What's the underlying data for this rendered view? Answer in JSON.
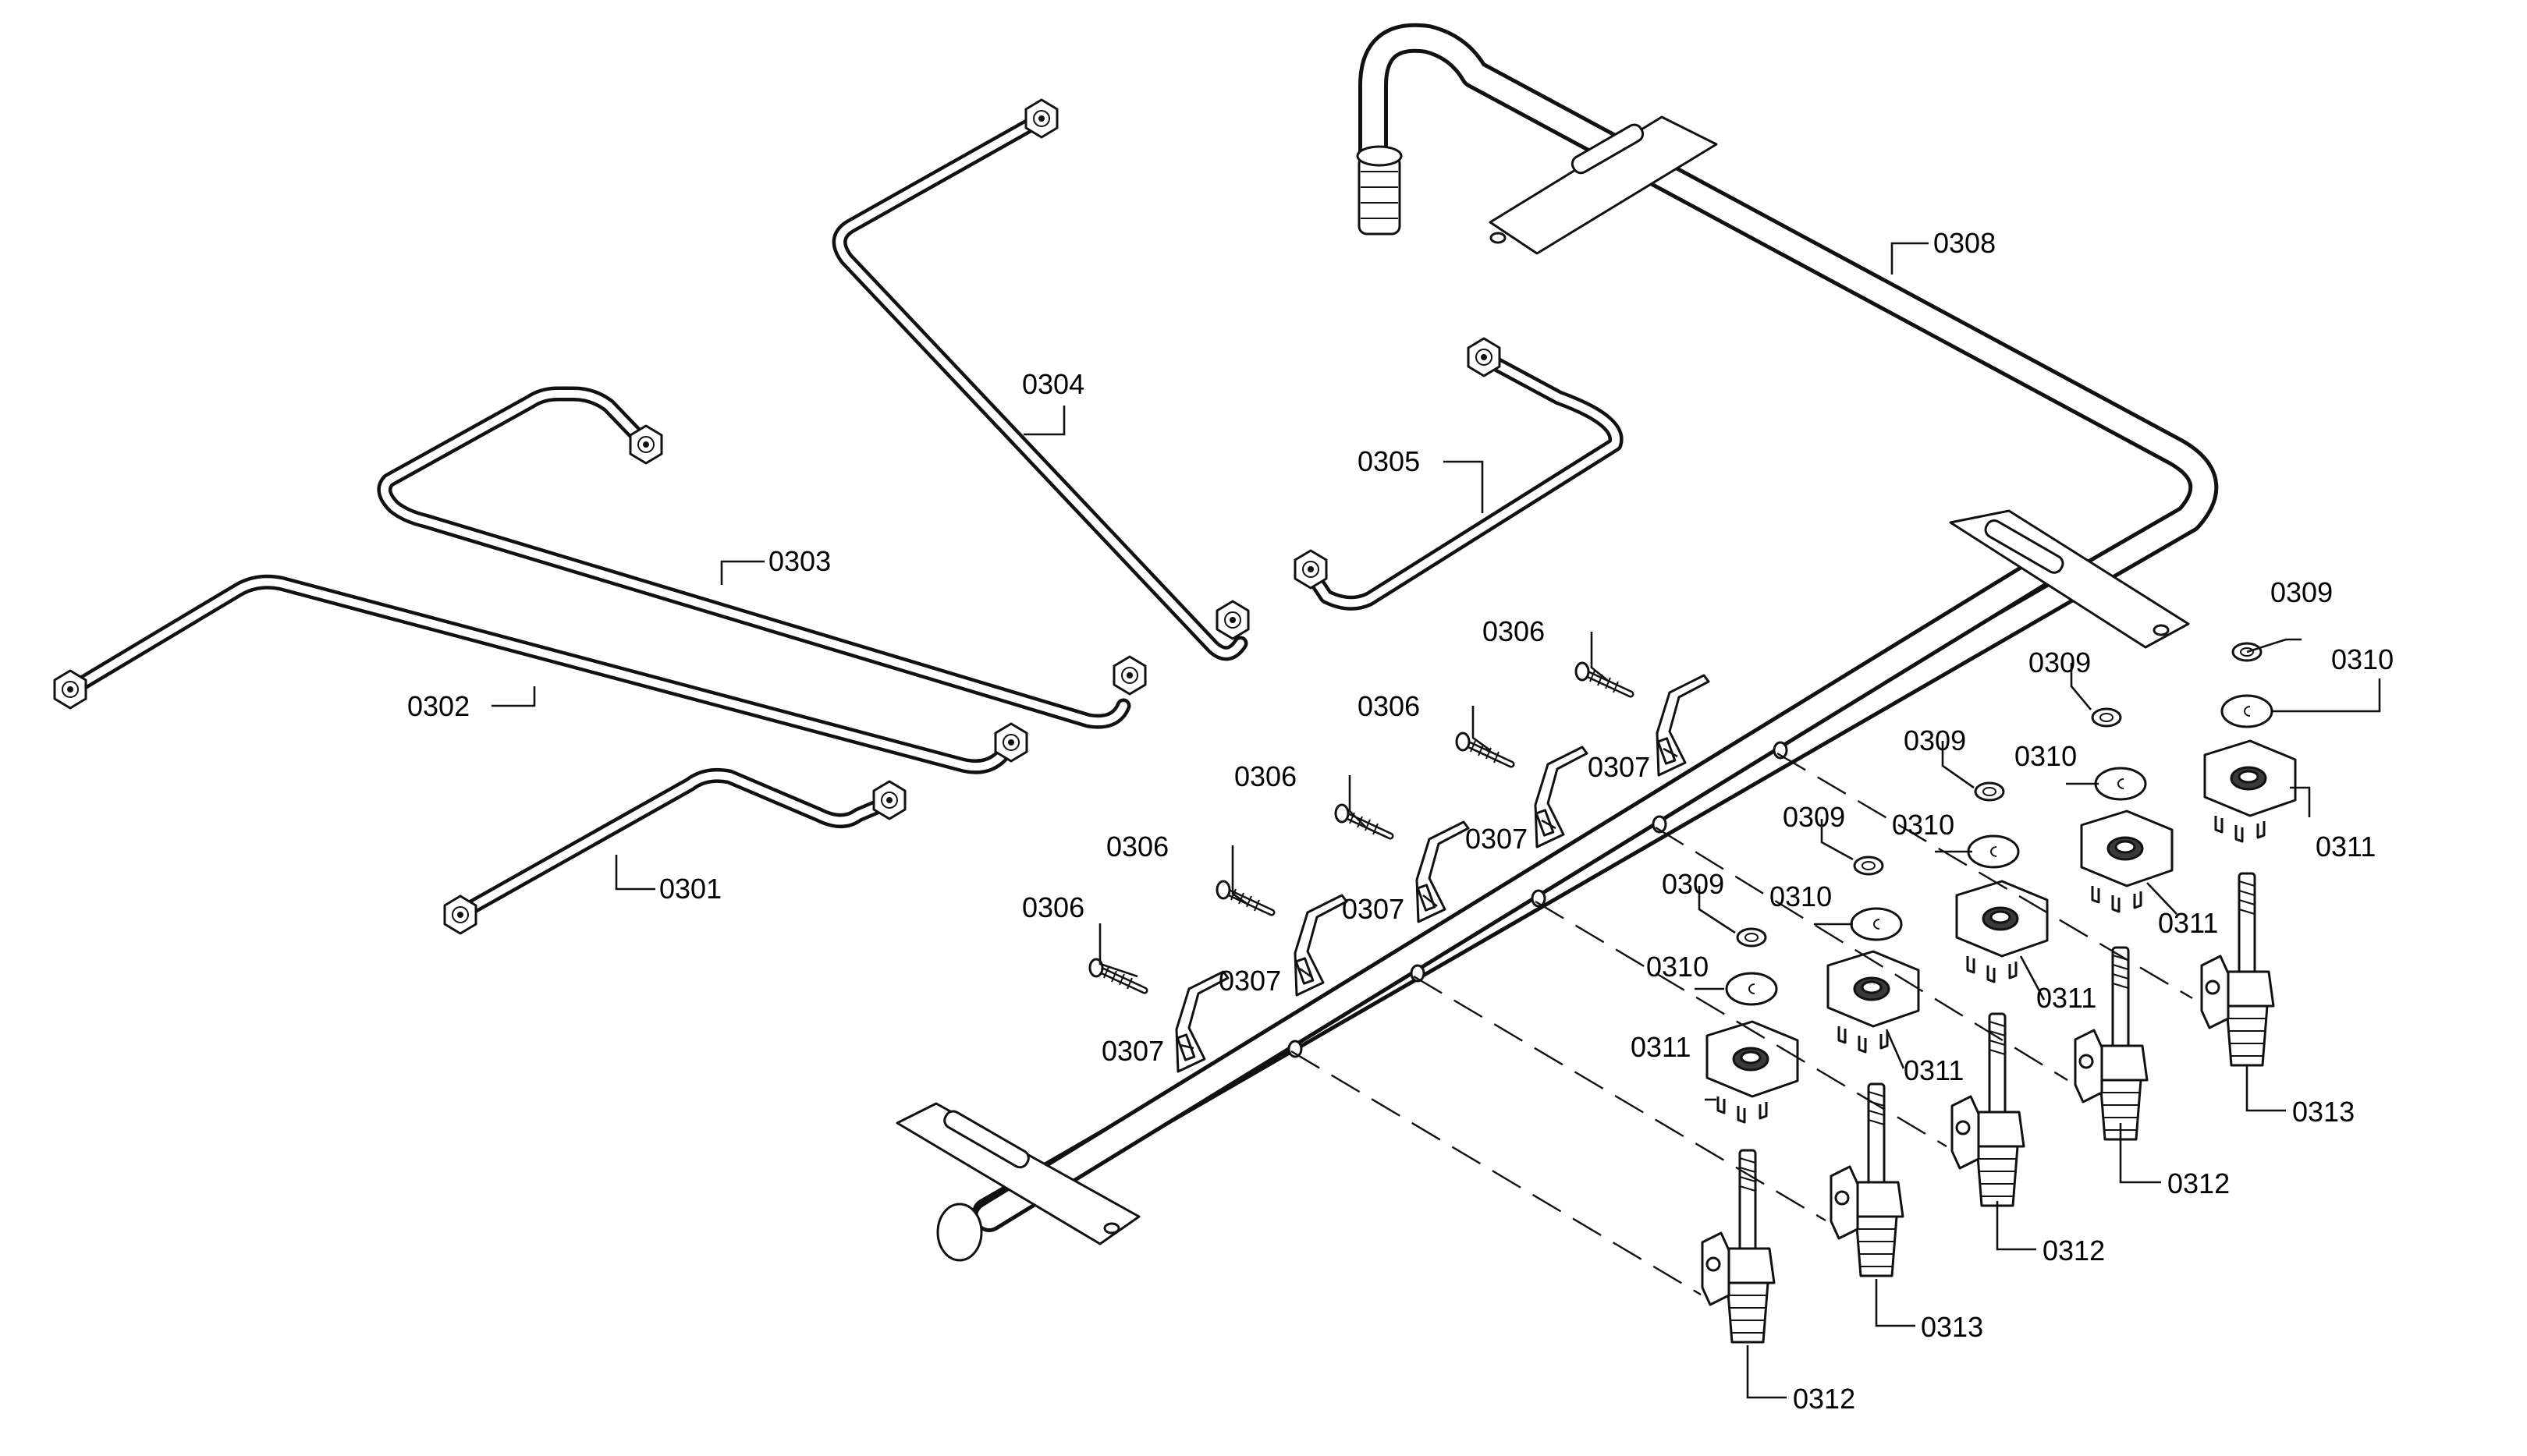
{
  "callouts": {
    "p0301": "0301",
    "p0302": "0302",
    "p0303": "0303",
    "p0304": "0304",
    "p0305": "0305",
    "p0306": "0306",
    "p0307": "0307",
    "p0308": "0308",
    "p0309": "0309",
    "p0310": "0310",
    "p0311": "0311",
    "p0312": "0312",
    "p0313": "0313"
  },
  "colors": {
    "line": "#111111",
    "background": "#ffffff"
  }
}
